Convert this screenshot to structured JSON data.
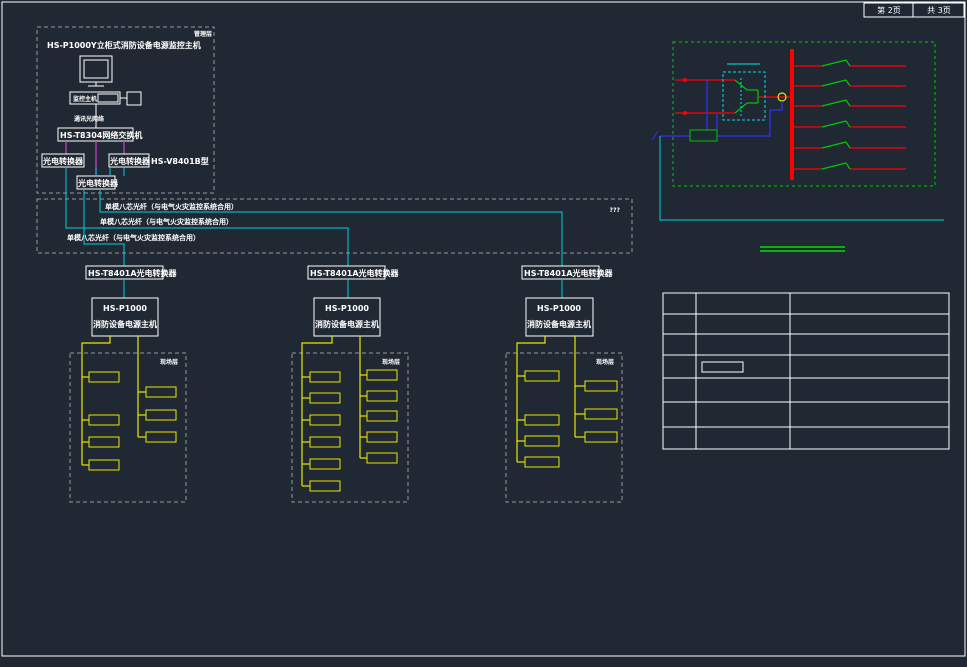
{
  "page_indicator": {
    "current": "第 2页",
    "total": "共 3页"
  },
  "management": {
    "layer_label": "管理层",
    "host_title": "HS-P1000Y立柜式消防设备电源监控主机",
    "kbd_label": "监控主机",
    "network_label": "通讯光网络",
    "switch_label": "HS-T8304网络交换机",
    "converter_left": "光电转换器",
    "converter_right": "光电转换器",
    "converter_right_model": "HS-V8401B型",
    "converter_bottom": "光电转换器"
  },
  "transit": {
    "mark": "???",
    "fiber_labels": [
      "单模八芯光纤（与电气火灾监控系统合用）",
      "单模八芯光纤（与电气火灾监控系统合用）",
      "单模八芯光纤（与电气火灾监控系统合用）"
    ]
  },
  "subsystems": [
    {
      "converter": "HS-T8401A光电转换器",
      "host_line1": "HS-P1000",
      "host_line2": "消防设备电源主机",
      "field_label": "现场层"
    },
    {
      "converter": "HS-T8401A光电转换器",
      "host_line1": "HS-P1000",
      "host_line2": "消防设备电源主机",
      "field_label": "现场层"
    },
    {
      "converter": "HS-T8401A光电转换器",
      "host_line1": "HS-P1000",
      "host_line2": "消防设备电源主机",
      "field_label": "现场层"
    }
  ],
  "colors": {
    "background": "#202833",
    "frame": "#ffffff",
    "dashed": "#9a9a9a",
    "fiber": "#00d0d8",
    "field_wire": "#e8e800",
    "network_wire": "#d040d0",
    "busbar": "#ff0000",
    "control_box": "#00c800",
    "control_line": "#3030ff",
    "relay": "#00e0e0"
  }
}
